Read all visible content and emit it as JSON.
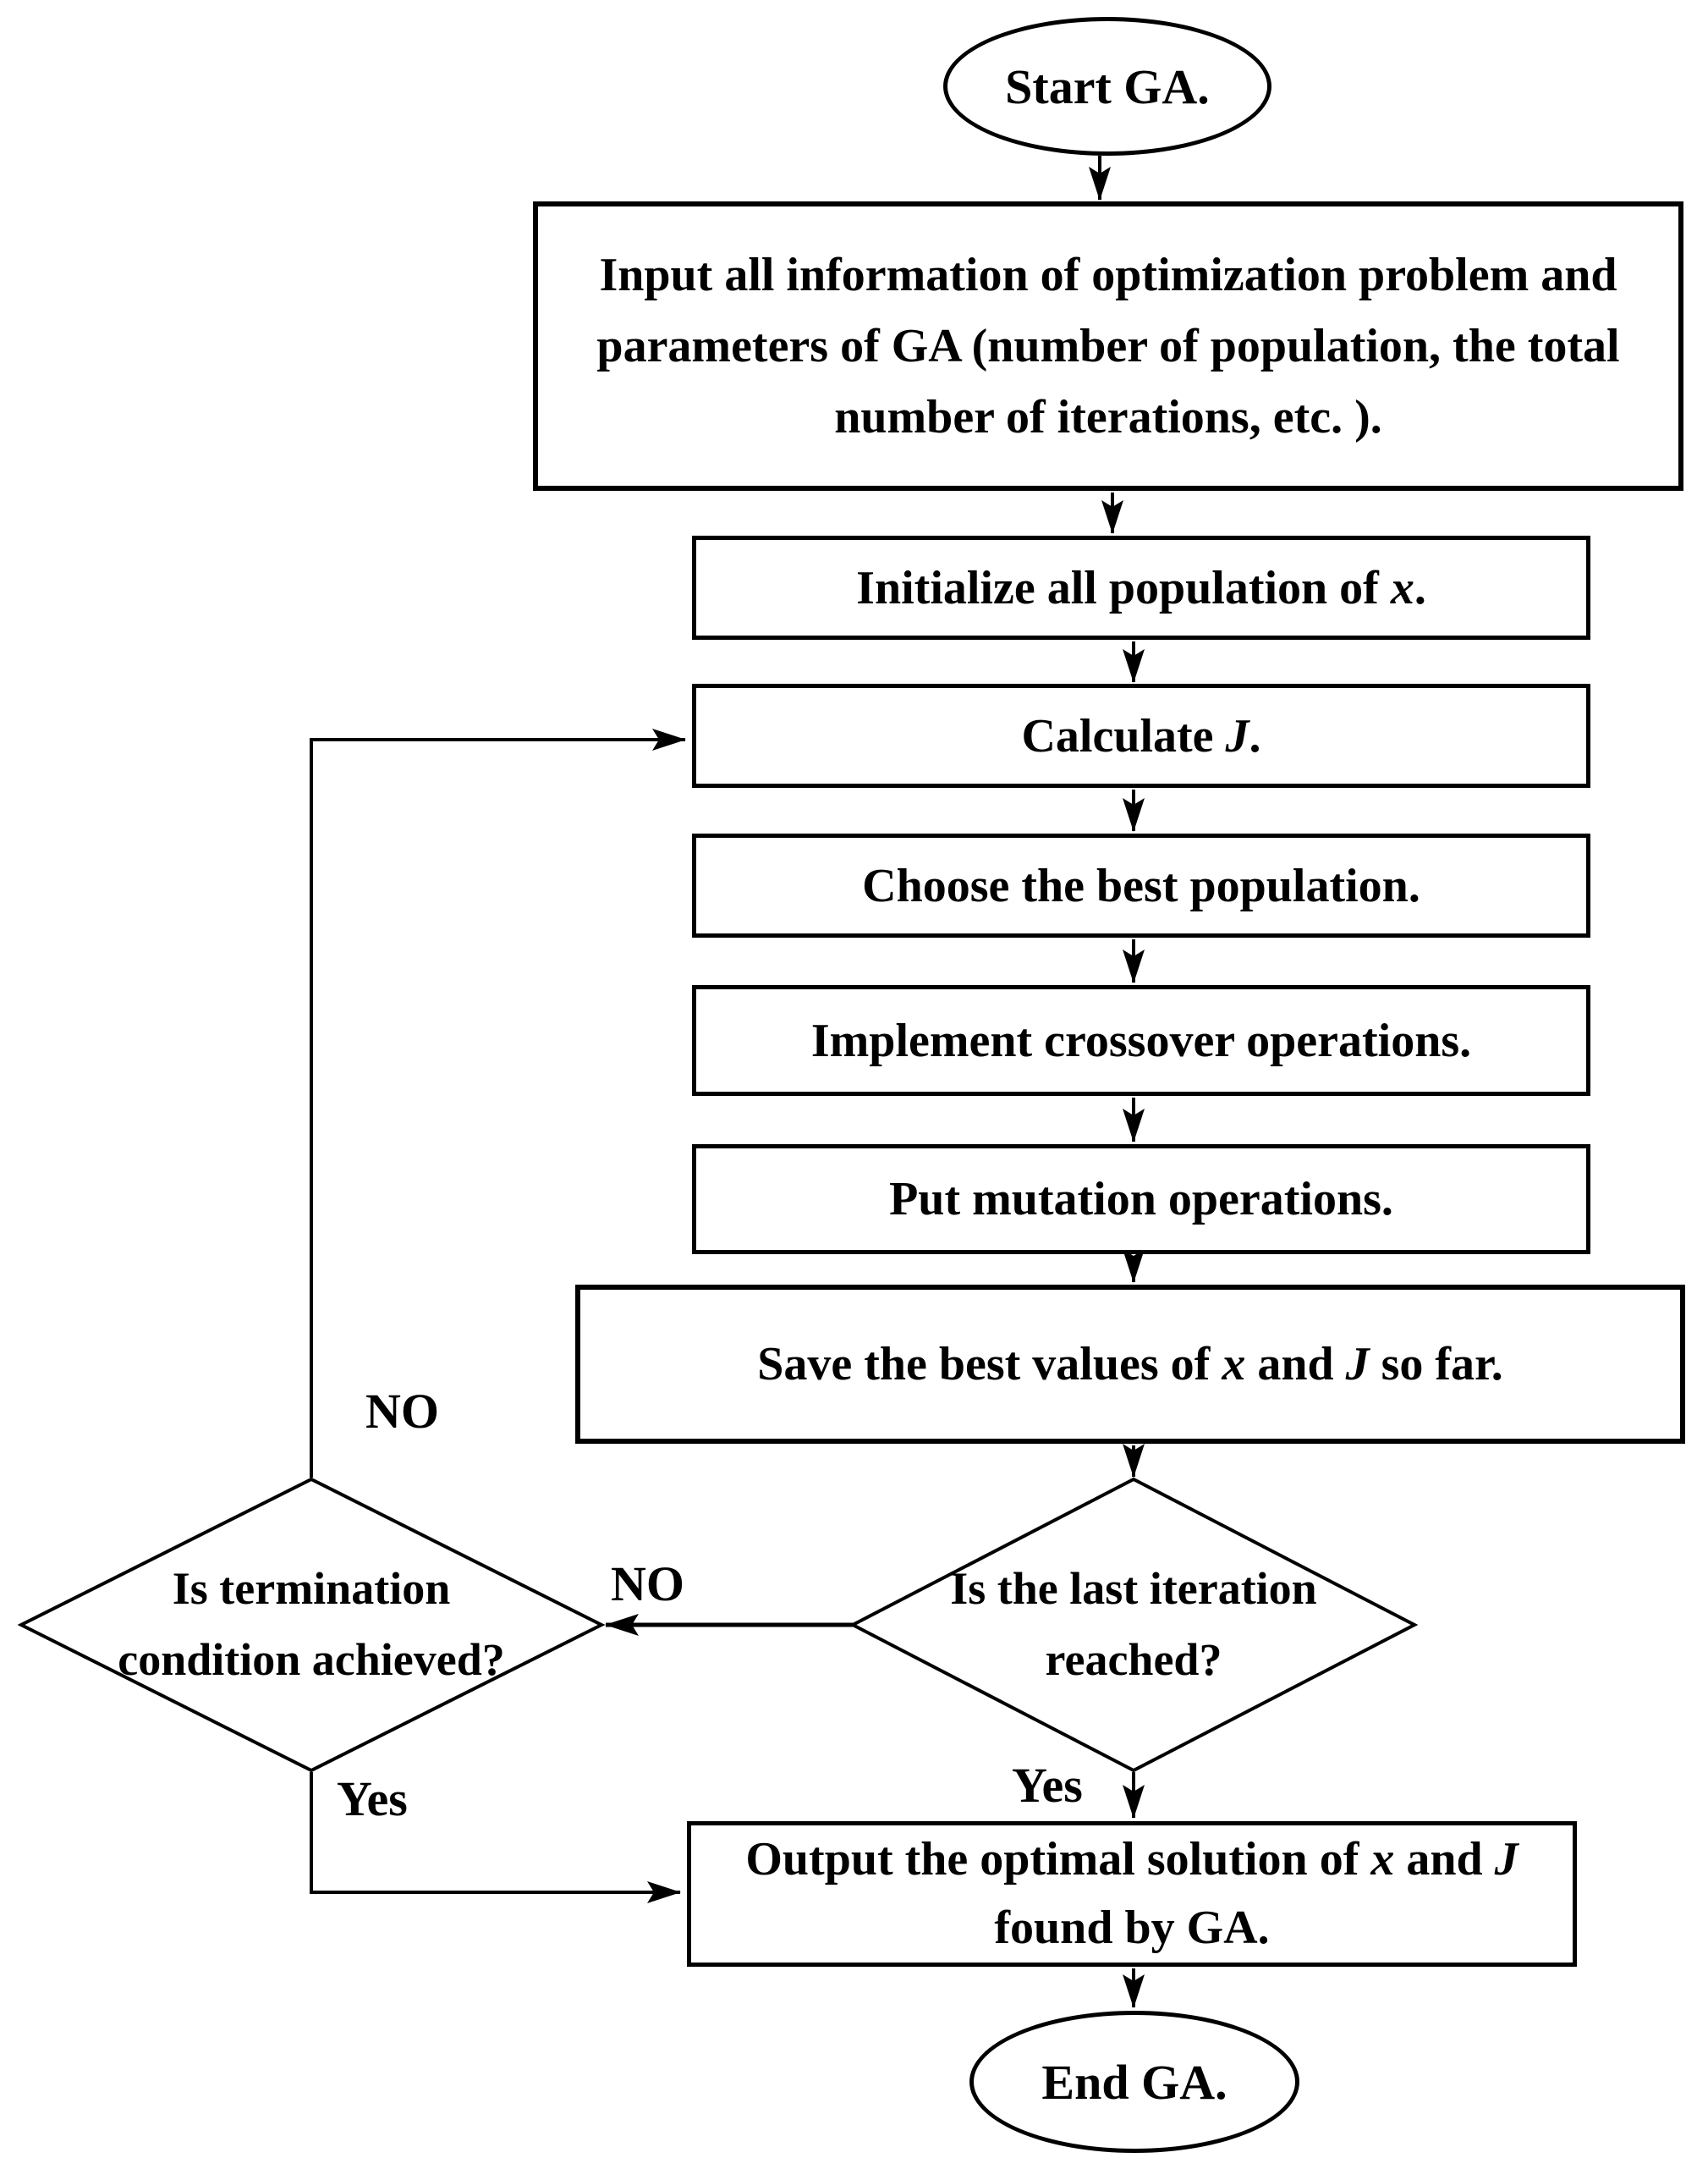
{
  "nodes": {
    "start": {
      "label": "Start GA."
    },
    "input": {
      "lines": [
        "Input all information of optimization problem and",
        "parameters of GA (number of population, the total",
        "number of iterations, etc. )."
      ]
    },
    "initialize": {
      "parts": [
        "Initialize all population of ",
        "x",
        "."
      ]
    },
    "calculate": {
      "parts": [
        "Calculate ",
        "J",
        "."
      ]
    },
    "choose": {
      "label": "Choose the best population."
    },
    "crossover": {
      "label": "Implement crossover operations."
    },
    "mutation": {
      "label": "Put mutation operations."
    },
    "save": {
      "parts": [
        "Save the best values of ",
        "x",
        " and ",
        "J",
        " so far."
      ]
    },
    "last_iteration_decision": {
      "lines": [
        "Is the last iteration",
        "reached?"
      ]
    },
    "termination_decision": {
      "lines": [
        "Is termination",
        "condition achieved?"
      ]
    },
    "output": {
      "line1_parts": [
        "Output the optimal solution of ",
        "x",
        " and ",
        "J"
      ],
      "line2": "found by GA."
    },
    "end": {
      "label": "End GA."
    }
  },
  "edge_labels": {
    "no_loop": "NO",
    "no_between": "NO",
    "yes_left": "Yes",
    "yes_right": "Yes"
  },
  "colors": {
    "line": "#000000",
    "fill": "#ffffff",
    "text": "#000000"
  }
}
